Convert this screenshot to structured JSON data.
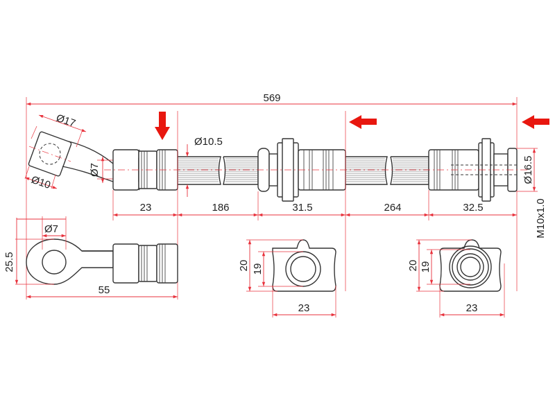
{
  "colors": {
    "dimension": "#e8323c",
    "outline": "#333333",
    "flow_arrow": "#e8170f"
  },
  "dimensions": {
    "overall_length": "569",
    "banjo_outer_diameter": "Ø17",
    "banjo_bore_diameter": "Ø10",
    "pipe_diameter": "Ø7",
    "hose_diameter": "Ø10.5",
    "left_fitting_length": "23",
    "hose_segment_1": "186",
    "middle_fitting_length": "31.5",
    "hose_segment_2": "264",
    "right_fitting_length": "32.5",
    "end_diameter": "Ø16.5",
    "thread": "M10x1.0",
    "banjo_height": "25.5",
    "banjo_side_bore": "Ø7",
    "banjo_assembly_length": "55",
    "mid_bracket_height_outer": "20",
    "mid_bracket_height_inner": "19",
    "mid_bracket_width": "23",
    "end_bracket_height_outer": "20",
    "end_bracket_height_inner": "19",
    "end_bracket_width": "23"
  },
  "icons": [
    "flow-arrow-down-icon",
    "flow-arrow-left-icon"
  ]
}
